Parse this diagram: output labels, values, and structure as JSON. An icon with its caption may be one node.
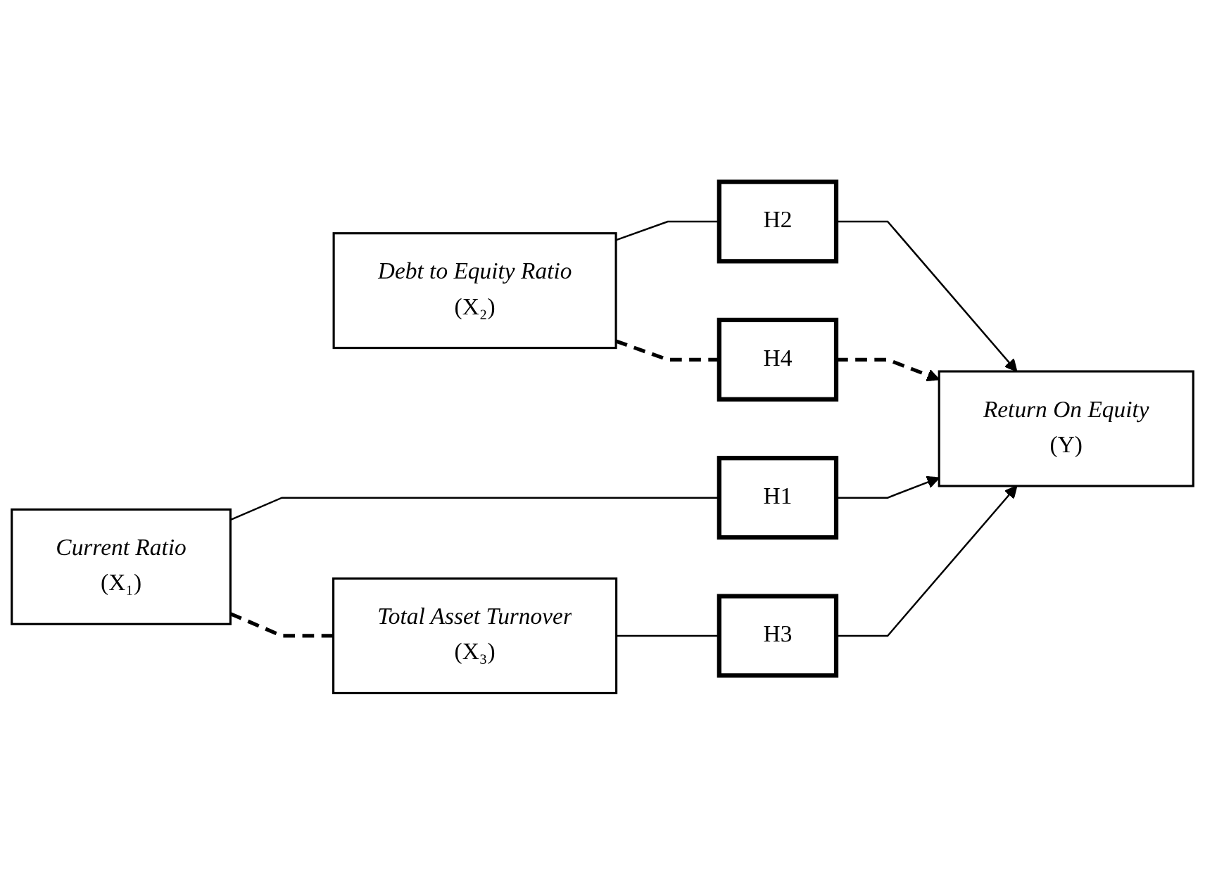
{
  "diagram": {
    "nodes": [
      {
        "text": [
          "Current Ratio",
          "(X₁)"
        ]
      },
      {
        "text": [
          "H1"
        ]
      },
      {
        "text": [
          "Return On Equity",
          "(Y)"
        ]
      },
      {
        "text": [
          "Debt to Equity Ratio",
          "(X₂)"
        ]
      },
      {
        "text": [
          "H2"
        ]
      },
      {
        "text": [
          "H3"
        ]
      },
      {
        "text": [
          "Total Asset Turnover",
          "(X₃)"
        ]
      },
      {
        "text": [
          "H4"
        ]
      }
    ],
    "edges": [
      {
        "from": 0,
        "to": 1,
        "arrow": "none"
      },
      {
        "from": 1,
        "to": 2,
        "arrow": "to"
      },
      {
        "from": 3,
        "to": 4,
        "arrow": "none"
      },
      {
        "from": 4,
        "to": 2,
        "arrow": "to"
      },
      {
        "from": 6,
        "to": 5,
        "arrow": "none"
      },
      {
        "from": 5,
        "to": 2,
        "arrow": "to"
      },
      {
        "from": 0,
        "to": 6,
        "arrow": "none",
        "style": "dashed"
      },
      {
        "from": 3,
        "to": 7,
        "arrow": "none",
        "style": "dashed"
      },
      {
        "from": 7,
        "to": 2,
        "arrow": "to",
        "style": "dashed"
      }
    ]
  }
}
